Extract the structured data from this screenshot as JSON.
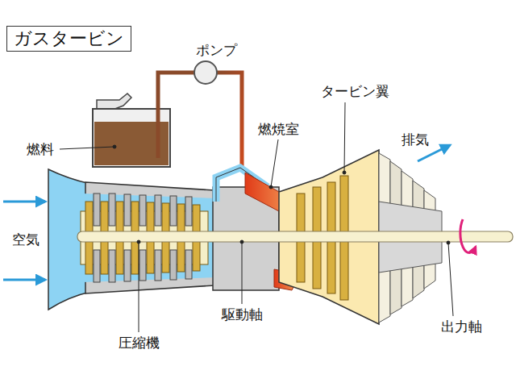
{
  "diagram": {
    "title": "ガスタービン",
    "labels": [
      "ポンプ",
      "タービン翼",
      "燃焼室",
      "燃料",
      "排気",
      "空気",
      "駆動軸",
      "圧縮機",
      "出力軸"
    ]
  }
}
